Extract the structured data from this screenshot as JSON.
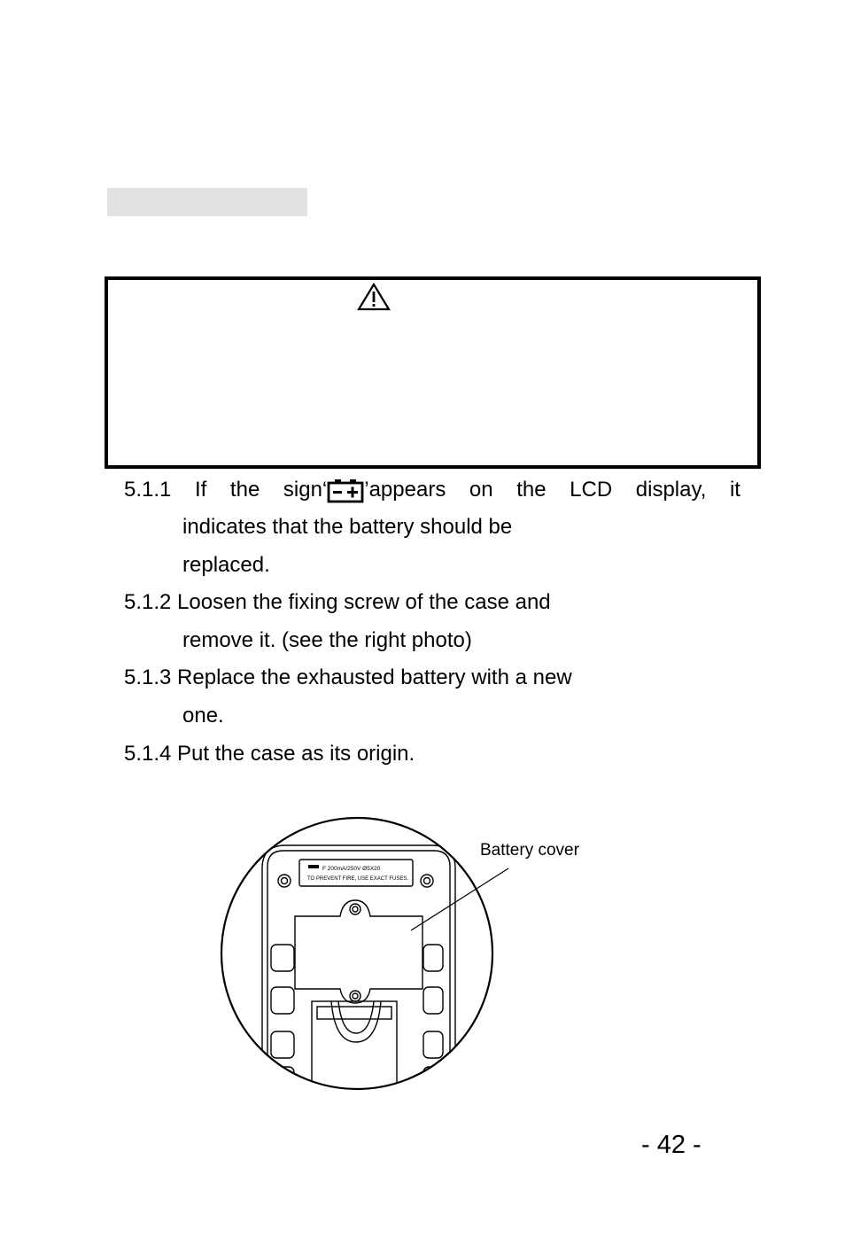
{
  "icons": {
    "warning": "warning-triangle-icon",
    "battery": "battery-icon"
  },
  "steps": {
    "s511": {
      "words": [
        "5.1.1",
        "If",
        "the",
        "sign‘",
        "’appears",
        "on",
        "the",
        "LCD",
        "display,",
        "it"
      ],
      "line2": "indicates that the battery should be",
      "line3": "replaced."
    },
    "s512": {
      "line1": "5.1.2 Loosen the fixing screw of the case and",
      "line2": "remove it. (see the right photo)"
    },
    "s513": {
      "line1": "5.1.3 Replace the exhausted battery with a new",
      "line2": "one."
    },
    "s514": {
      "line1": "5.1.4 Put the case as its origin."
    }
  },
  "figure": {
    "callout": "Battery cover",
    "fuse_label": "F 200mA/250V Ø5X20",
    "fuse_warning": "TO PREVENT FIRE, USE EXACT FUSES."
  },
  "page_number": "- 42 -"
}
